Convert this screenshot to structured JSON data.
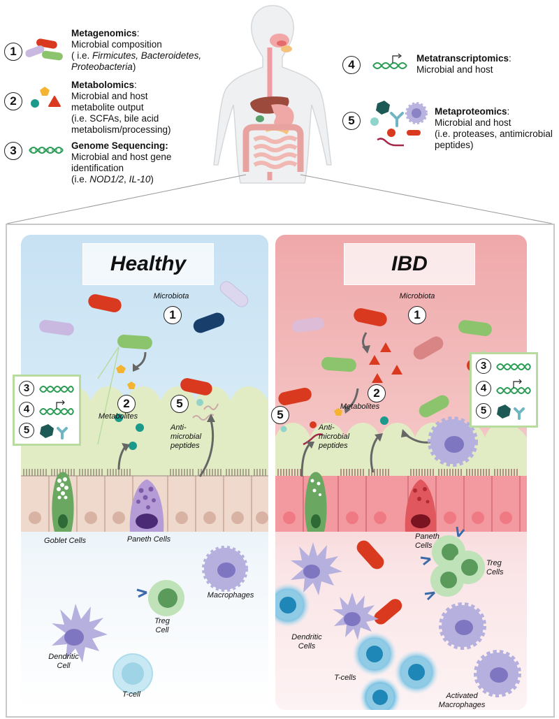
{
  "legend": [
    {
      "num": "1",
      "title": "Metagenomics",
      "lines": [
        "Microbial composition",
        "( i.e. ",
        "Firmicutes, Bacteroidetes,",
        "Proteobacteria",
        ")"
      ]
    },
    {
      "num": "2",
      "title": "Metabolomics",
      "lines": [
        "Microbial and host",
        "metabolite output",
        "(i.e. SCFAs, bile acid",
        "metabolism/processing)"
      ]
    },
    {
      "num": "3",
      "title": "Genome Sequencing:",
      "lines": [
        "Microbial and host gene",
        "identification",
        "(i.e. ",
        "NOD1/2",
        ", ",
        "IL-10",
        ")"
      ]
    },
    {
      "num": "4",
      "title": "Metatranscriptomics",
      "lines": [
        "Microbial and host"
      ]
    },
    {
      "num": "5",
      "title": "Metaproteomics",
      "lines": [
        "Microbial and host",
        "(i.e. proteases, antimicrobial",
        "peptides)"
      ]
    }
  ],
  "colon": ":",
  "panels": {
    "healthy": {
      "title": "Healthy",
      "microbiota": "Microbiota",
      "num1": "1",
      "num2": "2",
      "num5": "5",
      "metabolites": "Metabolites",
      "amp1": "Anti-",
      "amp2": "microbial",
      "amp3": "peptides",
      "goblet": "Goblet Cells",
      "paneth": "Paneth Cells",
      "macrophages": "Macrophages",
      "treg1": "Treg",
      "treg2": "Cell",
      "dendritic1": "Dendritic",
      "dendritic2": "Cell",
      "tcell": "T-cell",
      "inset": [
        "3",
        "4",
        "5"
      ]
    },
    "ibd": {
      "title": "IBD",
      "microbiota": "Microbiota",
      "num1": "1",
      "num2": "2",
      "num5": "5",
      "metabolites": "Metabolites",
      "amp1": "Anti-",
      "amp2": "microbial",
      "amp3": "peptides",
      "paneth1": "Paneth",
      "paneth2": "Cells",
      "treg1": "Treg",
      "treg2": "Cells",
      "dendritic1": "Dendritic",
      "dendritic2": "Cells",
      "tcells": "T-cells",
      "activated1": "Activated",
      "activated2": "Macrophages",
      "inset": [
        "3",
        "4",
        "5"
      ]
    }
  },
  "colors": {
    "healthy_bg": "#cfe6f5",
    "ibd_bg": "#f2b5b5",
    "mucus": "#e3ecc6",
    "epi_healthy": "#efd8cc",
    "epi_ibd": "#f29a9f",
    "red_bact": "#d9391f",
    "purple_bact": "#c9b8e0",
    "green_bact": "#8cc46e",
    "navy_bact": "#183f6b",
    "teal": "#1a9a8a",
    "dna_green": "#2b9c55"
  }
}
